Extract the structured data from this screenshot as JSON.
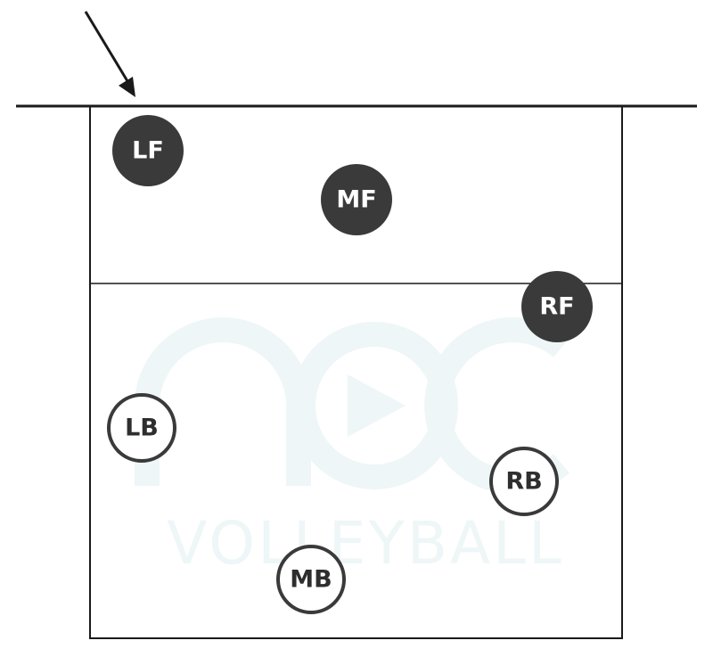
{
  "diagram": {
    "colors": {
      "line": "#1a1a1a",
      "front_fill": "#3a3a3a",
      "front_text": "#ffffff",
      "back_fill": "#ffffff",
      "back_stroke": "#3a3a3a",
      "back_text": "#2e2e2e",
      "watermark": "#eef6f7"
    },
    "arrow": {
      "icon": "arrow-down-right-icon"
    },
    "front_row": [
      {
        "id": "lf",
        "label": "LF"
      },
      {
        "id": "mf",
        "label": "MF"
      },
      {
        "id": "rf",
        "label": "RF"
      }
    ],
    "back_row": [
      {
        "id": "lb",
        "label": "LB"
      },
      {
        "id": "rb",
        "label": "RB"
      },
      {
        "id": "mb",
        "label": "MB"
      }
    ],
    "watermark": {
      "text": "VOLLEYBALL"
    }
  }
}
